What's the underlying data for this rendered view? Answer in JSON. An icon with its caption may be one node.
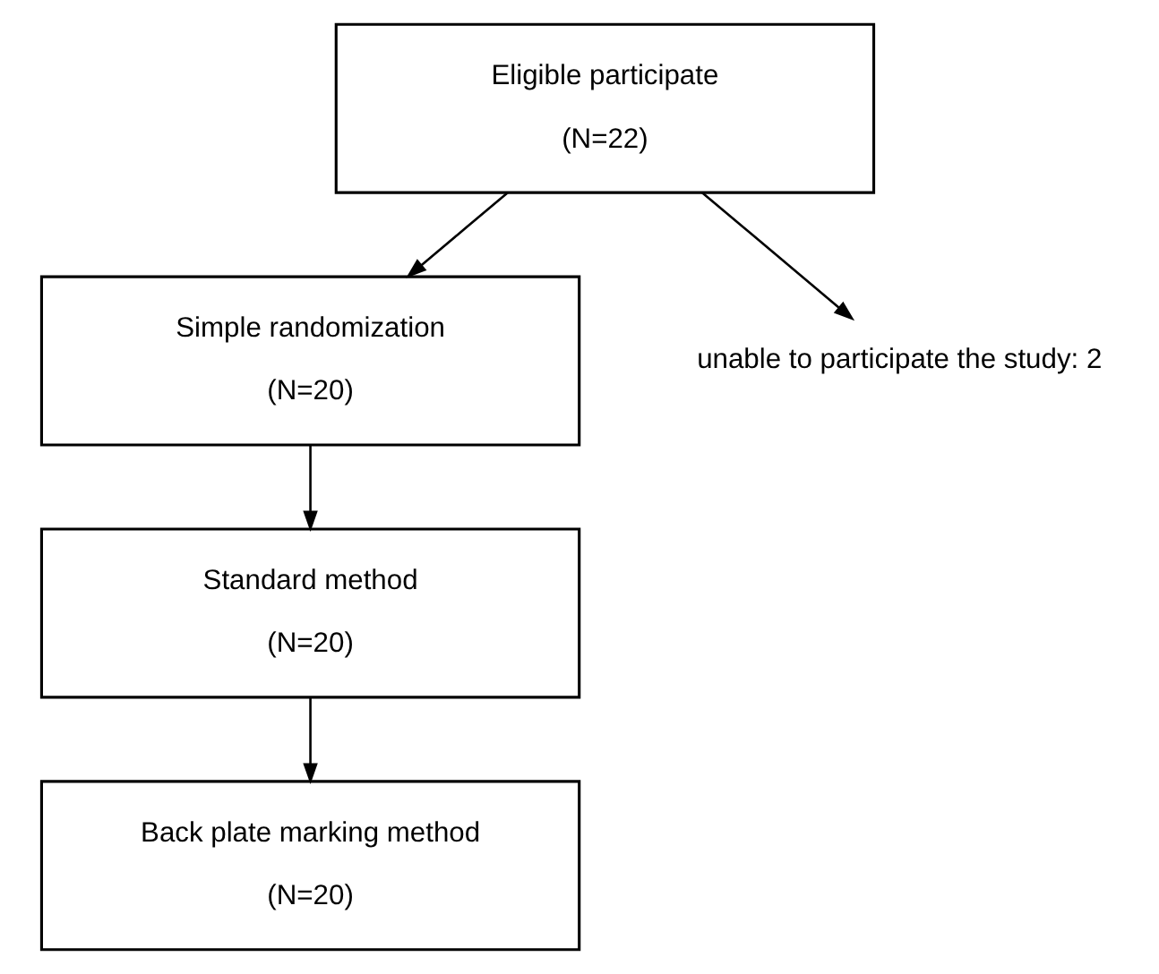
{
  "diagram": {
    "nodes": [
      {
        "text": [
          "Eligible participate",
          "(N=22)"
        ]
      },
      {
        "text": [
          "Simple randomization",
          "(N=20)"
        ]
      },
      {
        "text": [
          "Standard method",
          "(N=20)"
        ]
      },
      {
        "text": [
          "Back plate marking method",
          "(N=20)"
        ]
      },
      {
        "text": [
          "unable to participate the study: 2"
        ]
      }
    ],
    "edges": [
      {
        "from": 0,
        "to": 1,
        "arrow": "to"
      },
      {
        "from": 0,
        "to": 4,
        "arrow": "to"
      },
      {
        "from": 1,
        "to": 2,
        "arrow": "to"
      },
      {
        "from": 2,
        "to": 3,
        "arrow": "to"
      }
    ]
  }
}
